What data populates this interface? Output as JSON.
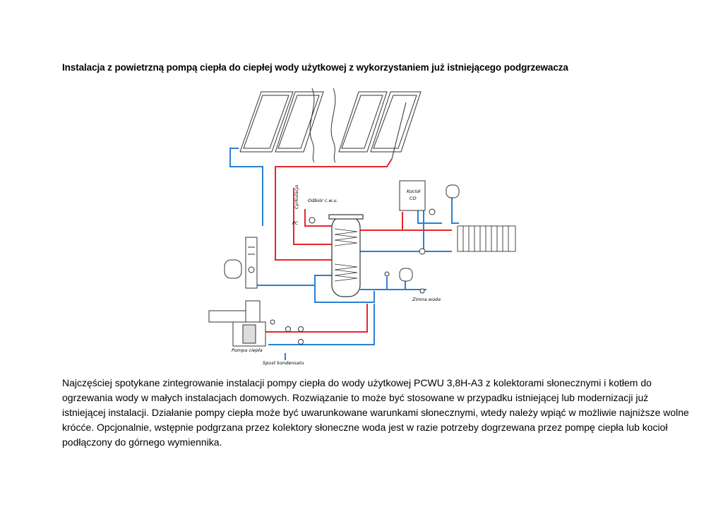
{
  "document": {
    "title": "Instalacja z powietrzną pompą ciepła do ciepłej wody użytkowej z wykorzystaniem już istniejącego podgrzewacza",
    "paragraph_lines": [
      "Najczęściej spotykane zintegrowanie instalacji pompy ciepła do wody użytkowej PCWU 3,8H-A3 z kolektorami słonecznymi i kotłem do",
      "ogrzewania wody w małych instalacjach domowych. Rozwiązanie to może być stosowane w przypadku istniejącej lub modernizacji już",
      "istniejącej instalacji. Działanie pompy ciepła może być uwarunkowane warunkami słonecznymi, wtedy należy wpiąć w możliwie najniższe wolne",
      "krócće. Opcjonalnie, wstępnie podgrzana przez kolektory słoneczne woda jest w razie potrzeby dogrzewana przez pompę ciepła lub kocioł",
      "podłączony do górnego wymiennika."
    ]
  },
  "diagram": {
    "labels": {
      "cyrkulacja": "Cyrkulacja",
      "odbior": "Odbiór c.w.u.",
      "pc": "PC",
      "kociol_line1": "Kocioł",
      "kociol_line2": "CO",
      "zimna_woda": "Zimna woda",
      "pompa_ciepla": "Pompa ciepła",
      "spust": "Spust kondensatu"
    },
    "colors": {
      "hot": "#e8262b",
      "cold": "#2a7fd4",
      "line": "#333333"
    }
  }
}
